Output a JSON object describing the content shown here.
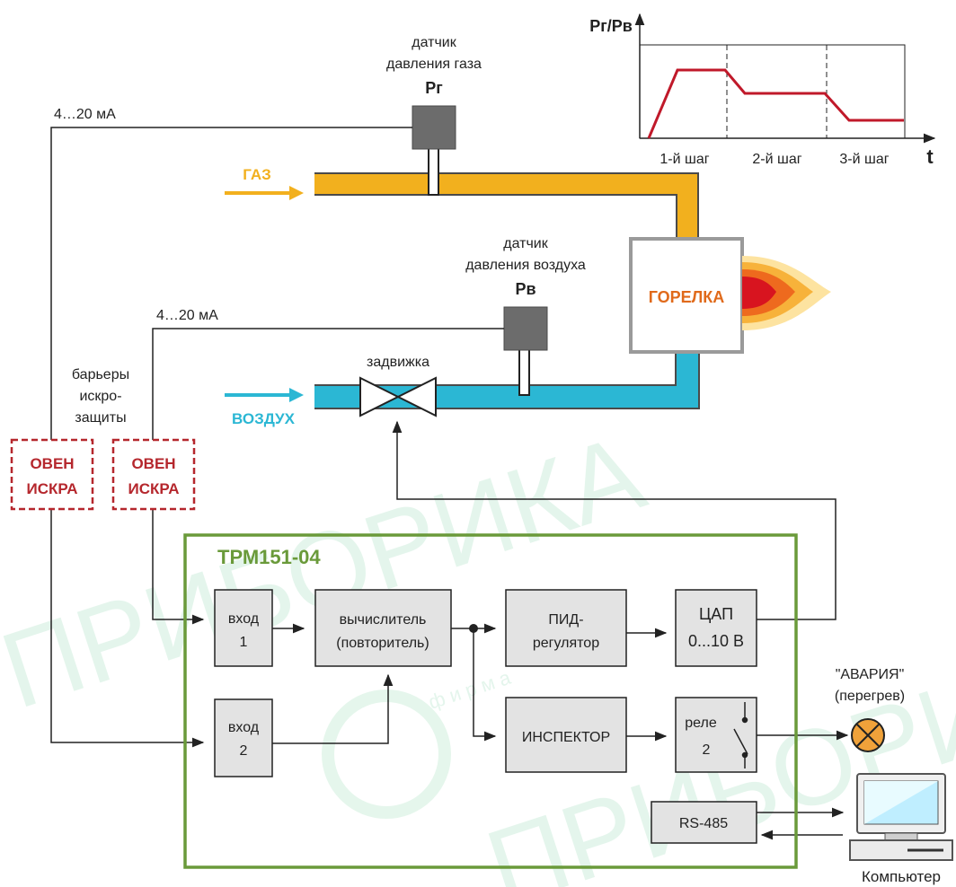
{
  "labels": {
    "current_top": "4…20 мА",
    "current_mid": "4…20 мА",
    "gas_sensor_line1": "датчик",
    "gas_sensor_line2": "давления газа",
    "gas_sensor_symbol": "Pг",
    "air_sensor_line1": "датчик",
    "air_sensor_line2": "давления воздуха",
    "air_sensor_symbol": "Pв",
    "gas": "ГАЗ",
    "air": "ВОЗДУХ",
    "burner": "ГОРЕЛКА",
    "valve": "задвижка",
    "barriers_line1": "барьеры",
    "barriers_line2": "искро-",
    "barriers_line3": "защиты"
  },
  "iskra": [
    {
      "line1": "ОВЕН",
      "line2": "ИСКРА"
    },
    {
      "line1": "ОВЕН",
      "line2": "ИСКРА"
    }
  ],
  "device": {
    "title": "ТРМ151-04",
    "input1": {
      "line1": "вход",
      "line2": "1"
    },
    "input2": {
      "line1": "вход",
      "line2": "2"
    },
    "calc": {
      "line1": "вычислитель",
      "line2": "(повторитель)"
    },
    "pid": {
      "line1": "ПИД-",
      "line2": "регулятор"
    },
    "dac": {
      "line1": "ЦАП",
      "line2": "0...10 В"
    },
    "inspector": "ИНСПЕКТОР",
    "relay": {
      "line1": "реле",
      "line2": "2"
    },
    "rs485": "RS-485"
  },
  "alarm": {
    "line1": "\"АВАРИЯ\"",
    "line2": "(перегрев)"
  },
  "computer": "Компьютер",
  "chart": {
    "ylabel": "Pг/Pв",
    "xlabel": "t",
    "steps": [
      "1-й шаг",
      "2-й шаг",
      "3-й шаг"
    ]
  },
  "watermark": {
    "main": "ПРИБОРИКА",
    "sub": "ф и р м а"
  },
  "colors": {
    "gas": "#f2b01e",
    "air": "#2bb7d4",
    "iskra": "#b5272d",
    "device": "#6a9a3a",
    "burner": "#e06a1b",
    "chart_line": "#c0192a"
  }
}
